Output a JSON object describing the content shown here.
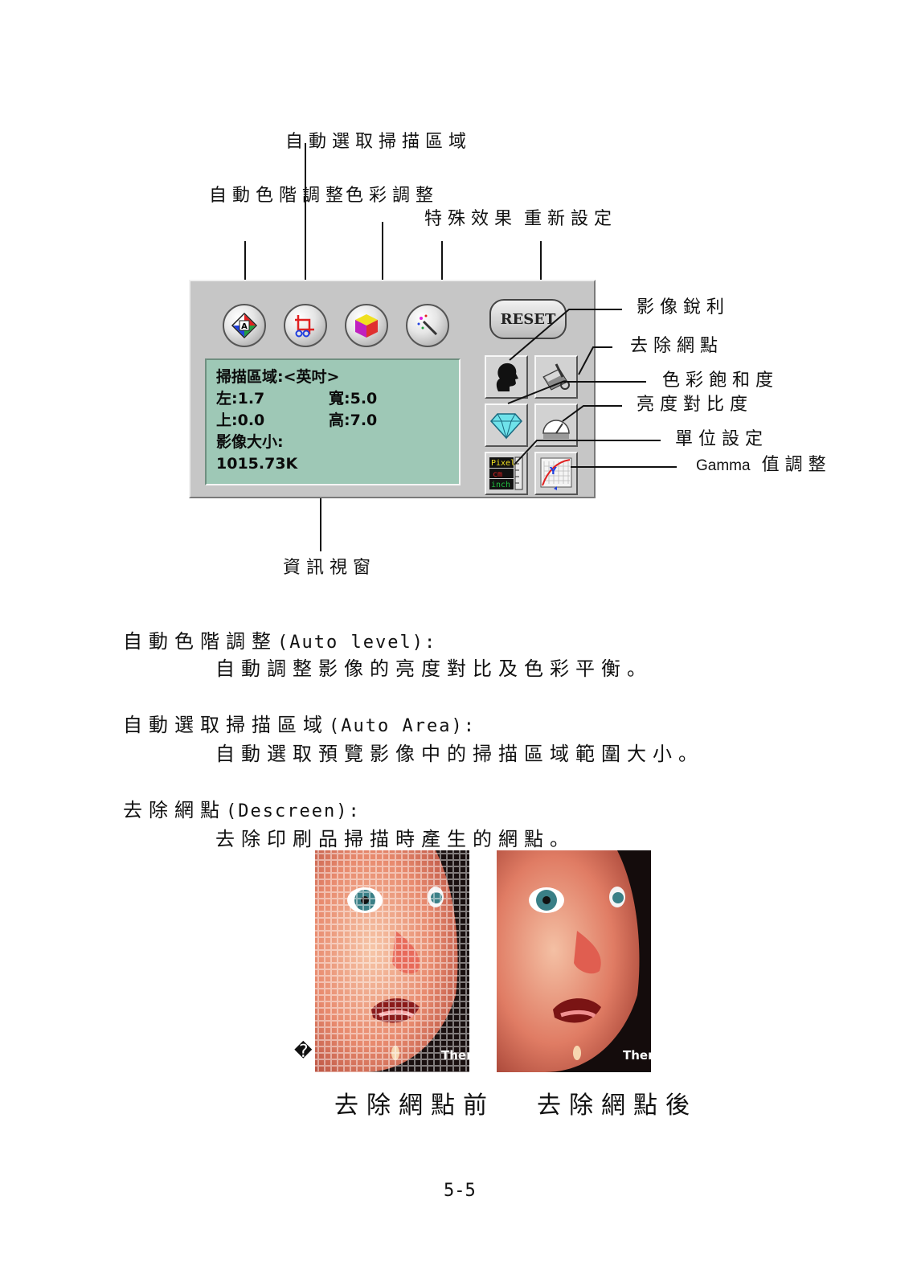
{
  "labels": {
    "auto_area": "自動選取掃描區域",
    "auto_level": "自動色階調整",
    "color_adjust": "色彩調整",
    "special_effect": "特殊效果",
    "reset": "重新設定",
    "sharpen": "影像銳利",
    "descreen": "去除網點",
    "saturation": "色彩飽和度",
    "brightness": "亮度對比度",
    "unit": "單位設定",
    "gamma_en": "Gamma",
    "gamma_rest": "值調整",
    "info_area": "資訊視窗"
  },
  "panel": {
    "reset_label": "RESET",
    "info": {
      "line1": "掃描區域:<英吋>",
      "left": "左:1.7",
      "width": "寬:5.0",
      "top": "上:0.0",
      "height": "高:7.0",
      "size_label": "影像大小:",
      "size_value": "1015.73K"
    },
    "unit_labels": {
      "pixel": "Pixel",
      "cm": "cm",
      "inch": "inch"
    }
  },
  "sections": [
    {
      "head": "自動色階調整",
      "head_en": "(Auto level):",
      "text": "自動調整影像的亮度對比及色彩平衡。"
    },
    {
      "head": "自動選取掃描區域",
      "head_en": "(Auto Area):",
      "text": "自動選取預覽影像中的掃描區域範圍大小。"
    },
    {
      "head": "去除網點",
      "head_en": "(Descreen):",
      "text": "去除印刷品掃描時產生的網點。"
    }
  ],
  "photos": {
    "overlay_text": "There",
    "mark": "�"
  },
  "captions": {
    "before": "去除網點前",
    "after": "去除網點後"
  },
  "page_number": "5-5"
}
